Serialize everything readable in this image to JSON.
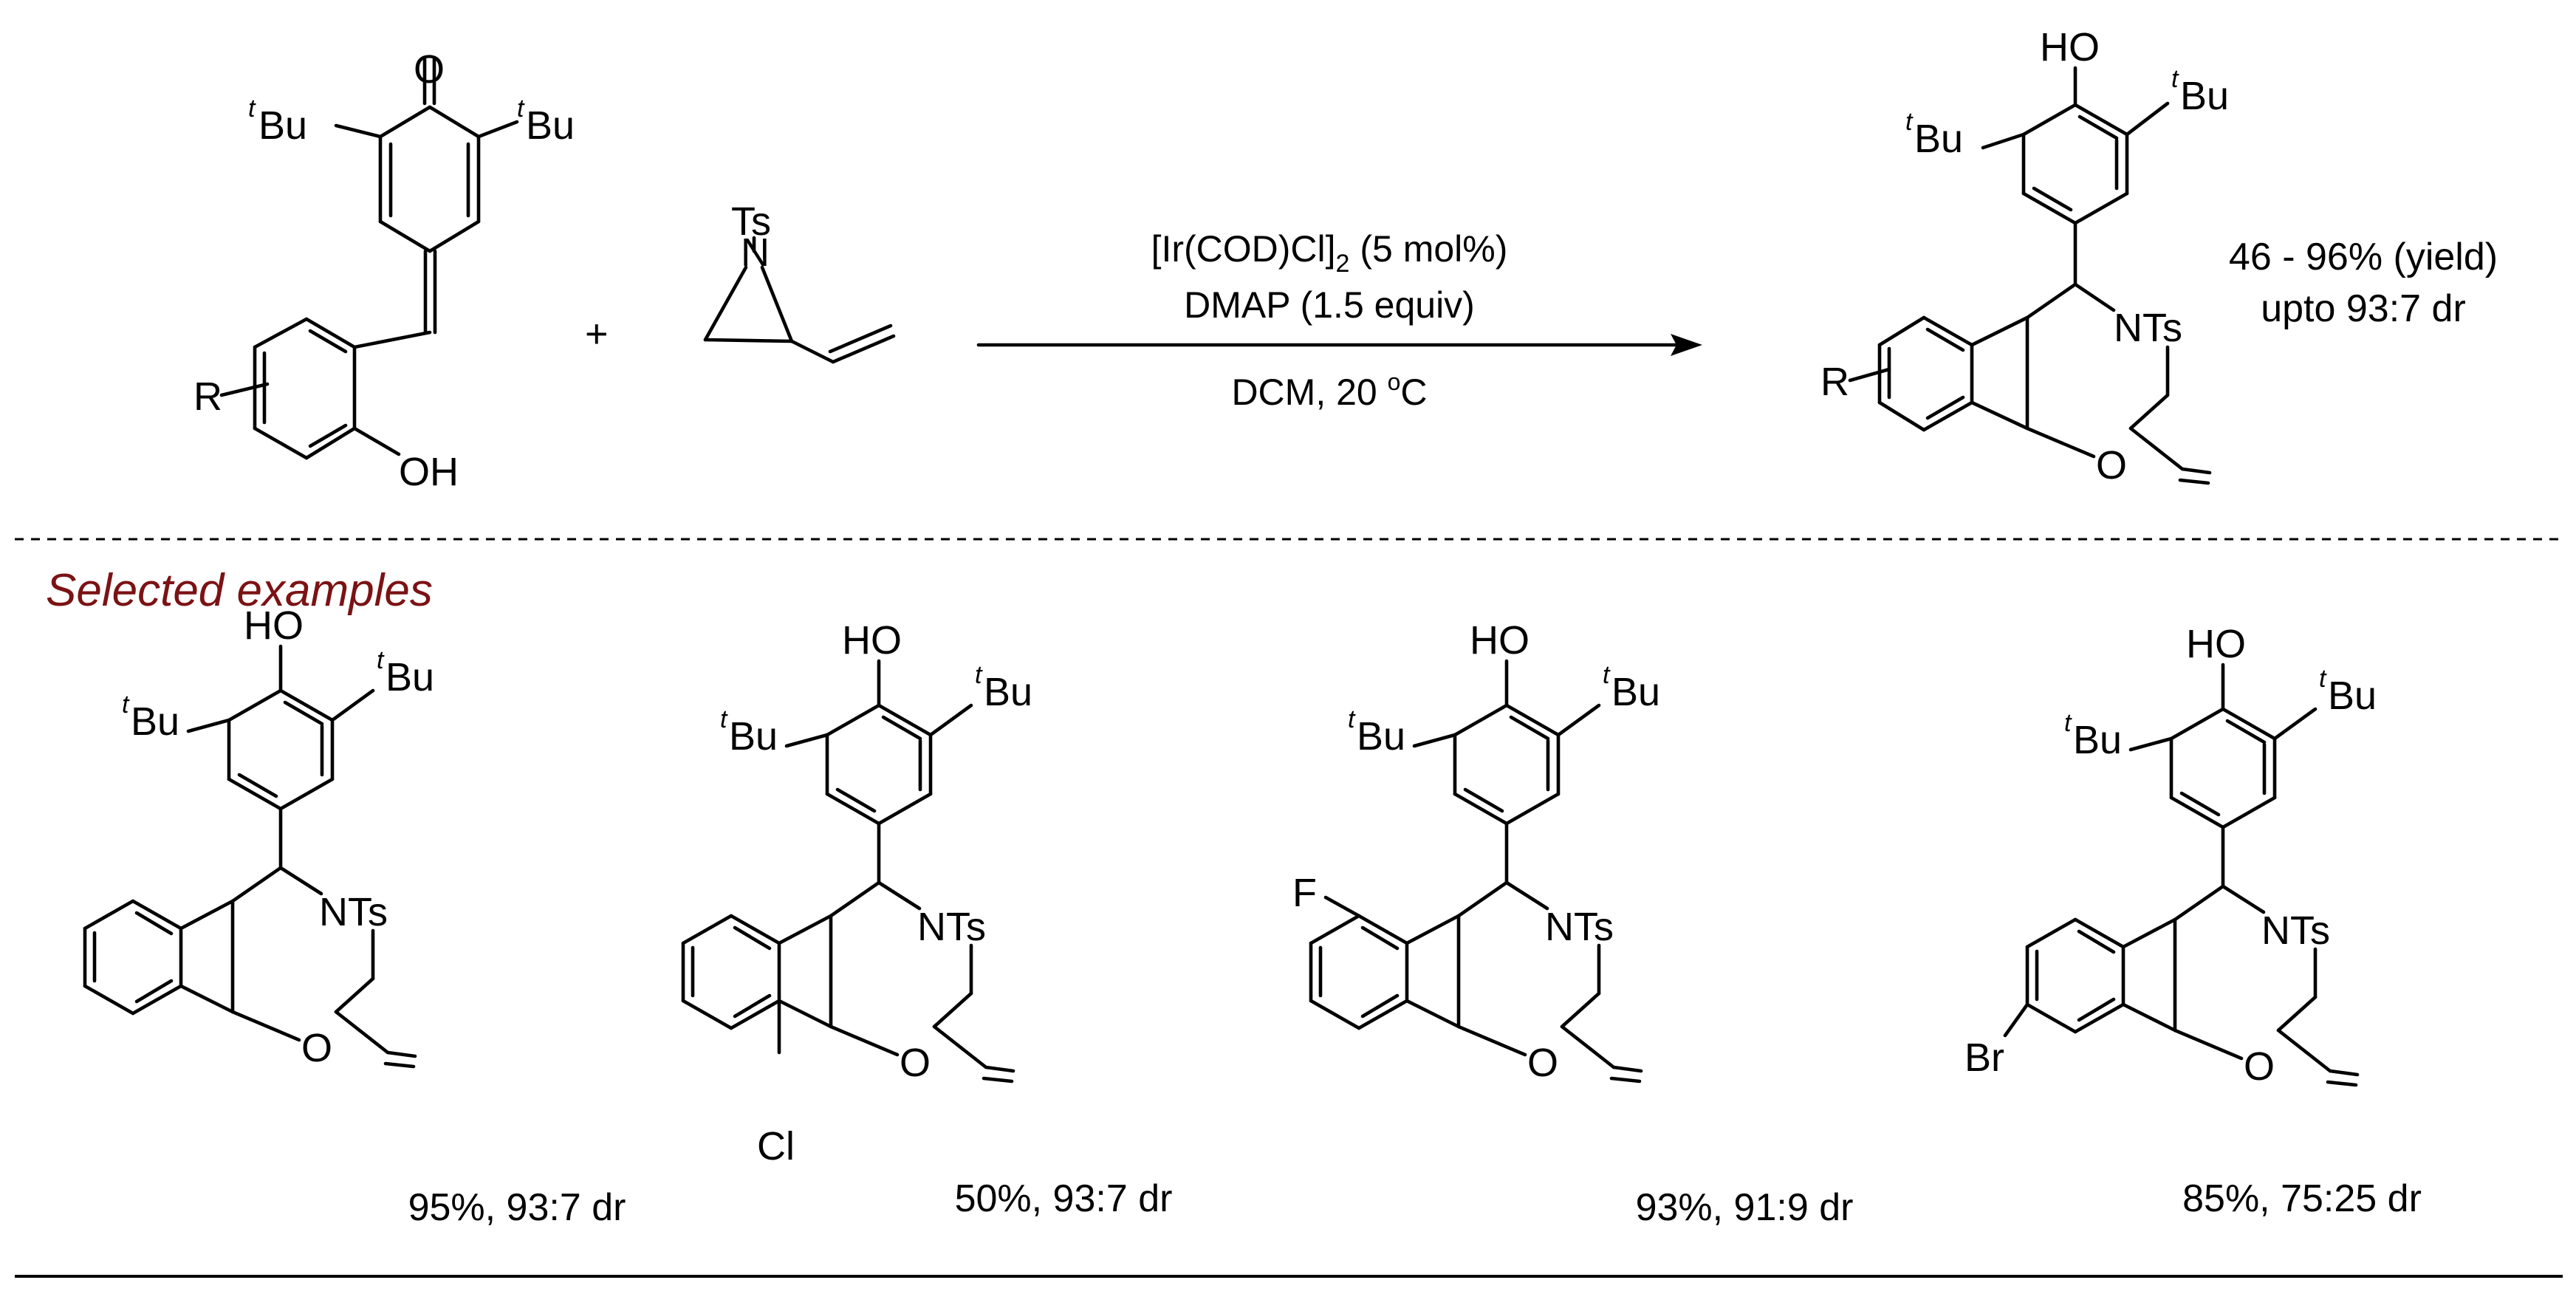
{
  "scheme": {
    "plus": "+",
    "catalyst_main": "[Ir(COD)Cl]",
    "catalyst_sub": "2",
    "catalyst_loading": " (5 mol%)",
    "base": "DMAP (1.5 equiv)",
    "solvent_temp": "DCM, 20 ",
    "degree_sup": "o",
    "degree_unit": "C",
    "yield_range": "46 - 96% (yield)",
    "dr_max": "upto 93:7 dr"
  },
  "atoms": {
    "o": "O",
    "oh": "OH",
    "ho": "HO",
    "r": "R",
    "n": "N",
    "ts": "Ts",
    "nts": "NTs",
    "ring_o": "O",
    "t": "t",
    "bu": "Bu",
    "cl": "Cl",
    "f": "F",
    "br": "Br"
  },
  "section_title": "Selected examples",
  "examples": [
    {
      "result": "95%, 93:7 dr",
      "substituent": ""
    },
    {
      "result": "50%, 93:7 dr",
      "substituent": "Cl"
    },
    {
      "result": "93%, 91:9 dr",
      "substituent": "F"
    },
    {
      "result": "85%, 75:25 dr",
      "substituent": "Br"
    }
  ]
}
